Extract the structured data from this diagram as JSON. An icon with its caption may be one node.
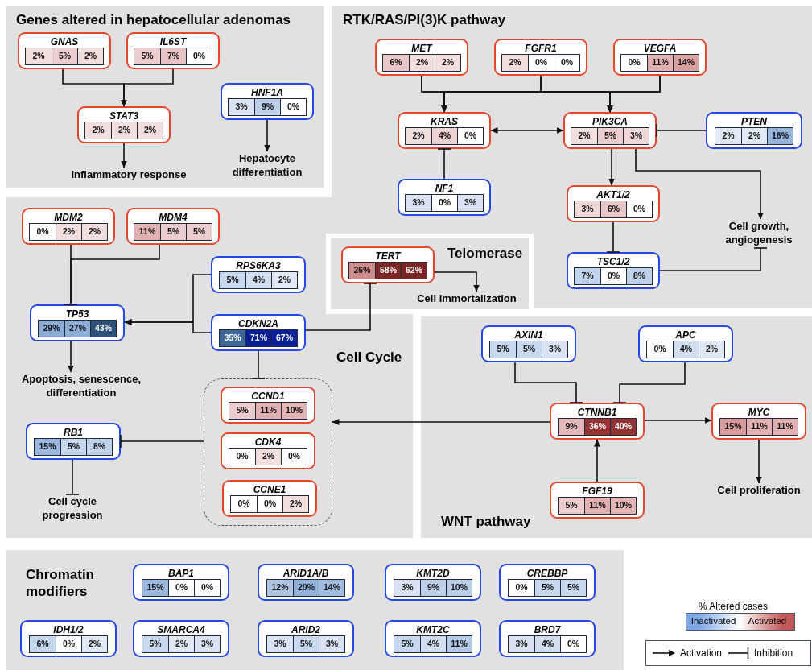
{
  "diagram": {
    "nodes": [
      {
        "text": [
          "Genes altered in hepatocellular adenomas"
        ]
      },
      {
        "text": [
          "GNAS",
          "2%",
          "5%",
          "2%"
        ],
        "in": 0
      },
      {
        "text": [
          "IL6ST",
          "5%",
          "7%",
          "0%"
        ],
        "in": 0
      },
      {
        "text": [
          "HNF1A",
          "3%",
          "9%",
          "0%"
        ],
        "in": 0
      },
      {
        "text": [
          "STAT3",
          "2%",
          "2%",
          "2%"
        ],
        "in": 0
      },
      {
        "text": [
          "Inflammatory response"
        ],
        "in": 0
      },
      {
        "text": [
          "Hepatocyte differentiation"
        ],
        "in": 0
      },
      {
        "text": [
          "RTK/RAS/PI(3)K pathway"
        ]
      },
      {
        "text": [
          "MET",
          "6%",
          "2%",
          "2%"
        ],
        "in": 7
      },
      {
        "text": [
          "FGFR1",
          "2%",
          "0%",
          "0%"
        ],
        "in": 7
      },
      {
        "text": [
          "VEGFA",
          "0%",
          "11%",
          "14%"
        ],
        "in": 7
      },
      {
        "text": [
          "KRAS",
          "2%",
          "4%",
          "0%"
        ],
        "in": 7
      },
      {
        "text": [
          "PIK3CA",
          "2%",
          "5%",
          "3%"
        ],
        "in": 7
      },
      {
        "text": [
          "PTEN",
          "2%",
          "2%",
          "16%"
        ],
        "in": 7
      },
      {
        "text": [
          "NF1",
          "3%",
          "0%",
          "3%"
        ],
        "in": 7
      },
      {
        "text": [
          "AKT1/2",
          "3%",
          "6%",
          "0%"
        ],
        "in": 7
      },
      {
        "text": [
          "Cell growth, angiogenesis"
        ],
        "in": 7
      },
      {
        "text": [
          "TSC1/2",
          "7%",
          "0%",
          "8%"
        ],
        "in": 7
      },
      {
        "text": [
          "Telomerase"
        ]
      },
      {
        "text": [
          "TERT",
          "26%",
          "58%",
          "62%"
        ],
        "in": 18
      },
      {
        "text": [
          "Cell immortalization"
        ],
        "in": 18
      },
      {
        "text": [
          "Cell Cycle"
        ]
      },
      {
        "text": [
          "MDM2",
          "0%",
          "2%",
          "2%"
        ],
        "in": 21
      },
      {
        "text": [
          "MDM4",
          "11%",
          "5%",
          "5%"
        ],
        "in": 21
      },
      {
        "text": [
          "RPS6KA3",
          "5%",
          "4%",
          "2%"
        ],
        "in": 21
      },
      {
        "text": [
          "TP53",
          "29%",
          "27%",
          "43%"
        ],
        "in": 21
      },
      {
        "text": [
          "CDKN2A",
          "35%",
          "71%",
          "67%"
        ],
        "in": 21
      },
      {
        "text": [
          "Apoptosis, senescence, differentiation"
        ],
        "in": 21
      },
      {
        "text": [],
        "shape": "box",
        "in": 21
      },
      {
        "text": [
          "CCND1",
          "5%",
          "11%",
          "10%"
        ],
        "in": 28
      },
      {
        "text": [
          "CDK4",
          "0%",
          "2%",
          "0%"
        ],
        "in": 28
      },
      {
        "text": [
          "CCNE1",
          "0%",
          "0%",
          "2%"
        ],
        "in": 28
      },
      {
        "text": [
          "RB1",
          "15%",
          "5%",
          "8%"
        ],
        "in": 21
      },
      {
        "text": [
          "Cell cycle progression"
        ],
        "in": 21
      },
      {
        "text": [
          "WNT pathway"
        ]
      },
      {
        "text": [
          "AXIN1",
          "5%",
          "5%",
          "3%"
        ],
        "in": 34
      },
      {
        "text": [
          "APC",
          "0%",
          "4%",
          "2%"
        ],
        "in": 34
      },
      {
        "text": [
          "CTNNB1",
          "9%",
          "36%",
          "40%"
        ],
        "in": 34
      },
      {
        "text": [
          "MYC",
          "15%",
          "11%",
          "11%"
        ],
        "in": 34
      },
      {
        "text": [
          "FGF19",
          "5%",
          "11%",
          "10%"
        ],
        "in": 34
      },
      {
        "text": [
          "Cell proliferation"
        ],
        "in": 34
      },
      {
        "text": [
          "Chromatin modifiers"
        ]
      },
      {
        "text": [
          "BAP1",
          "15%",
          "0%",
          "0%"
        ],
        "in": 41
      },
      {
        "text": [
          "ARID1A/B",
          "12%",
          "20%",
          "14%"
        ],
        "in": 41
      },
      {
        "text": [
          "KMT2D",
          "3%",
          "9%",
          "10%"
        ],
        "in": 41
      },
      {
        "text": [
          "CREBBP",
          "0%",
          "5%",
          "5%"
        ],
        "in": 41
      },
      {
        "text": [
          "IDH1/2",
          "6%",
          "0%",
          "2%"
        ],
        "in": 41
      },
      {
        "text": [
          "SMARCA4",
          "5%",
          "2%",
          "3%"
        ],
        "in": 41
      },
      {
        "text": [
          "ARID2",
          "3%",
          "5%",
          "3%"
        ],
        "in": 41
      },
      {
        "text": [
          "KMT2C",
          "5%",
          "4%",
          "11%"
        ],
        "in": 41
      },
      {
        "text": [
          "BRD7",
          "3%",
          "4%",
          "0%"
        ],
        "in": 41
      }
    ],
    "edges": [
      {
        "from": 1,
        "to": 4,
        "arrow": "to"
      },
      {
        "from": 2,
        "to": 4,
        "arrow": "to"
      },
      {
        "from": 4,
        "to": 5,
        "arrow": "to"
      },
      {
        "from": 3,
        "to": 6,
        "arrow": "to"
      },
      {
        "from": 8,
        "to": 11,
        "arrow": "to"
      },
      {
        "from": 8,
        "to": 12,
        "arrow": "to"
      },
      {
        "from": 9,
        "to": 11,
        "arrow": "to"
      },
      {
        "from": 9,
        "to": 12,
        "arrow": "to"
      },
      {
        "from": 10,
        "to": 11,
        "arrow": "to"
      },
      {
        "from": 10,
        "to": 12,
        "arrow": "to"
      },
      {
        "from": 11,
        "to": 12,
        "arrow": "both"
      },
      {
        "from": 13,
        "to": 12,
        "arrow": "other"
      },
      {
        "from": 14,
        "to": 11,
        "arrow": "other"
      },
      {
        "from": 12,
        "to": 15,
        "arrow": "to"
      },
      {
        "from": 12,
        "to": 16,
        "arrow": "to"
      },
      {
        "from": 15,
        "to": 17,
        "arrow": "other"
      },
      {
        "from": 17,
        "to": 16,
        "arrow": "other"
      },
      {
        "from": 19,
        "to": 20,
        "arrow": "to"
      },
      {
        "from": 26,
        "to": 19,
        "arrow": "other"
      },
      {
        "from": 22,
        "to": 25,
        "arrow": "other"
      },
      {
        "from": 23,
        "to": 25,
        "arrow": "other"
      },
      {
        "from": 24,
        "to": 25,
        "arrow": "to"
      },
      {
        "from": 26,
        "to": 25,
        "arrow": "to"
      },
      {
        "from": 25,
        "to": 27,
        "arrow": "to"
      },
      {
        "from": 26,
        "to": 28,
        "arrow": "other"
      },
      {
        "from": 28,
        "to": 32,
        "arrow": "other"
      },
      {
        "from": 32,
        "to": 33,
        "arrow": "other"
      },
      {
        "from": 35,
        "to": 37,
        "arrow": "other"
      },
      {
        "from": 36,
        "to": 37,
        "arrow": "other"
      },
      {
        "from": 37,
        "to": 28,
        "arrow": "to"
      },
      {
        "from": 37,
        "to": 38,
        "arrow": "to"
      },
      {
        "from": 39,
        "to": 37,
        "arrow": "to"
      },
      {
        "from": 38,
        "to": 40,
        "arrow": "to"
      }
    ],
    "labels": [
      "% Altered cases"
    ],
    "legend": [
      {
        "text": "Inactivated",
        "color": "#7ea8e6"
      },
      {
        "text": "Activated",
        "color": "#c45a57"
      },
      {
        "text": "Activation"
      },
      {
        "text": "Inhibition"
      }
    ]
  }
}
